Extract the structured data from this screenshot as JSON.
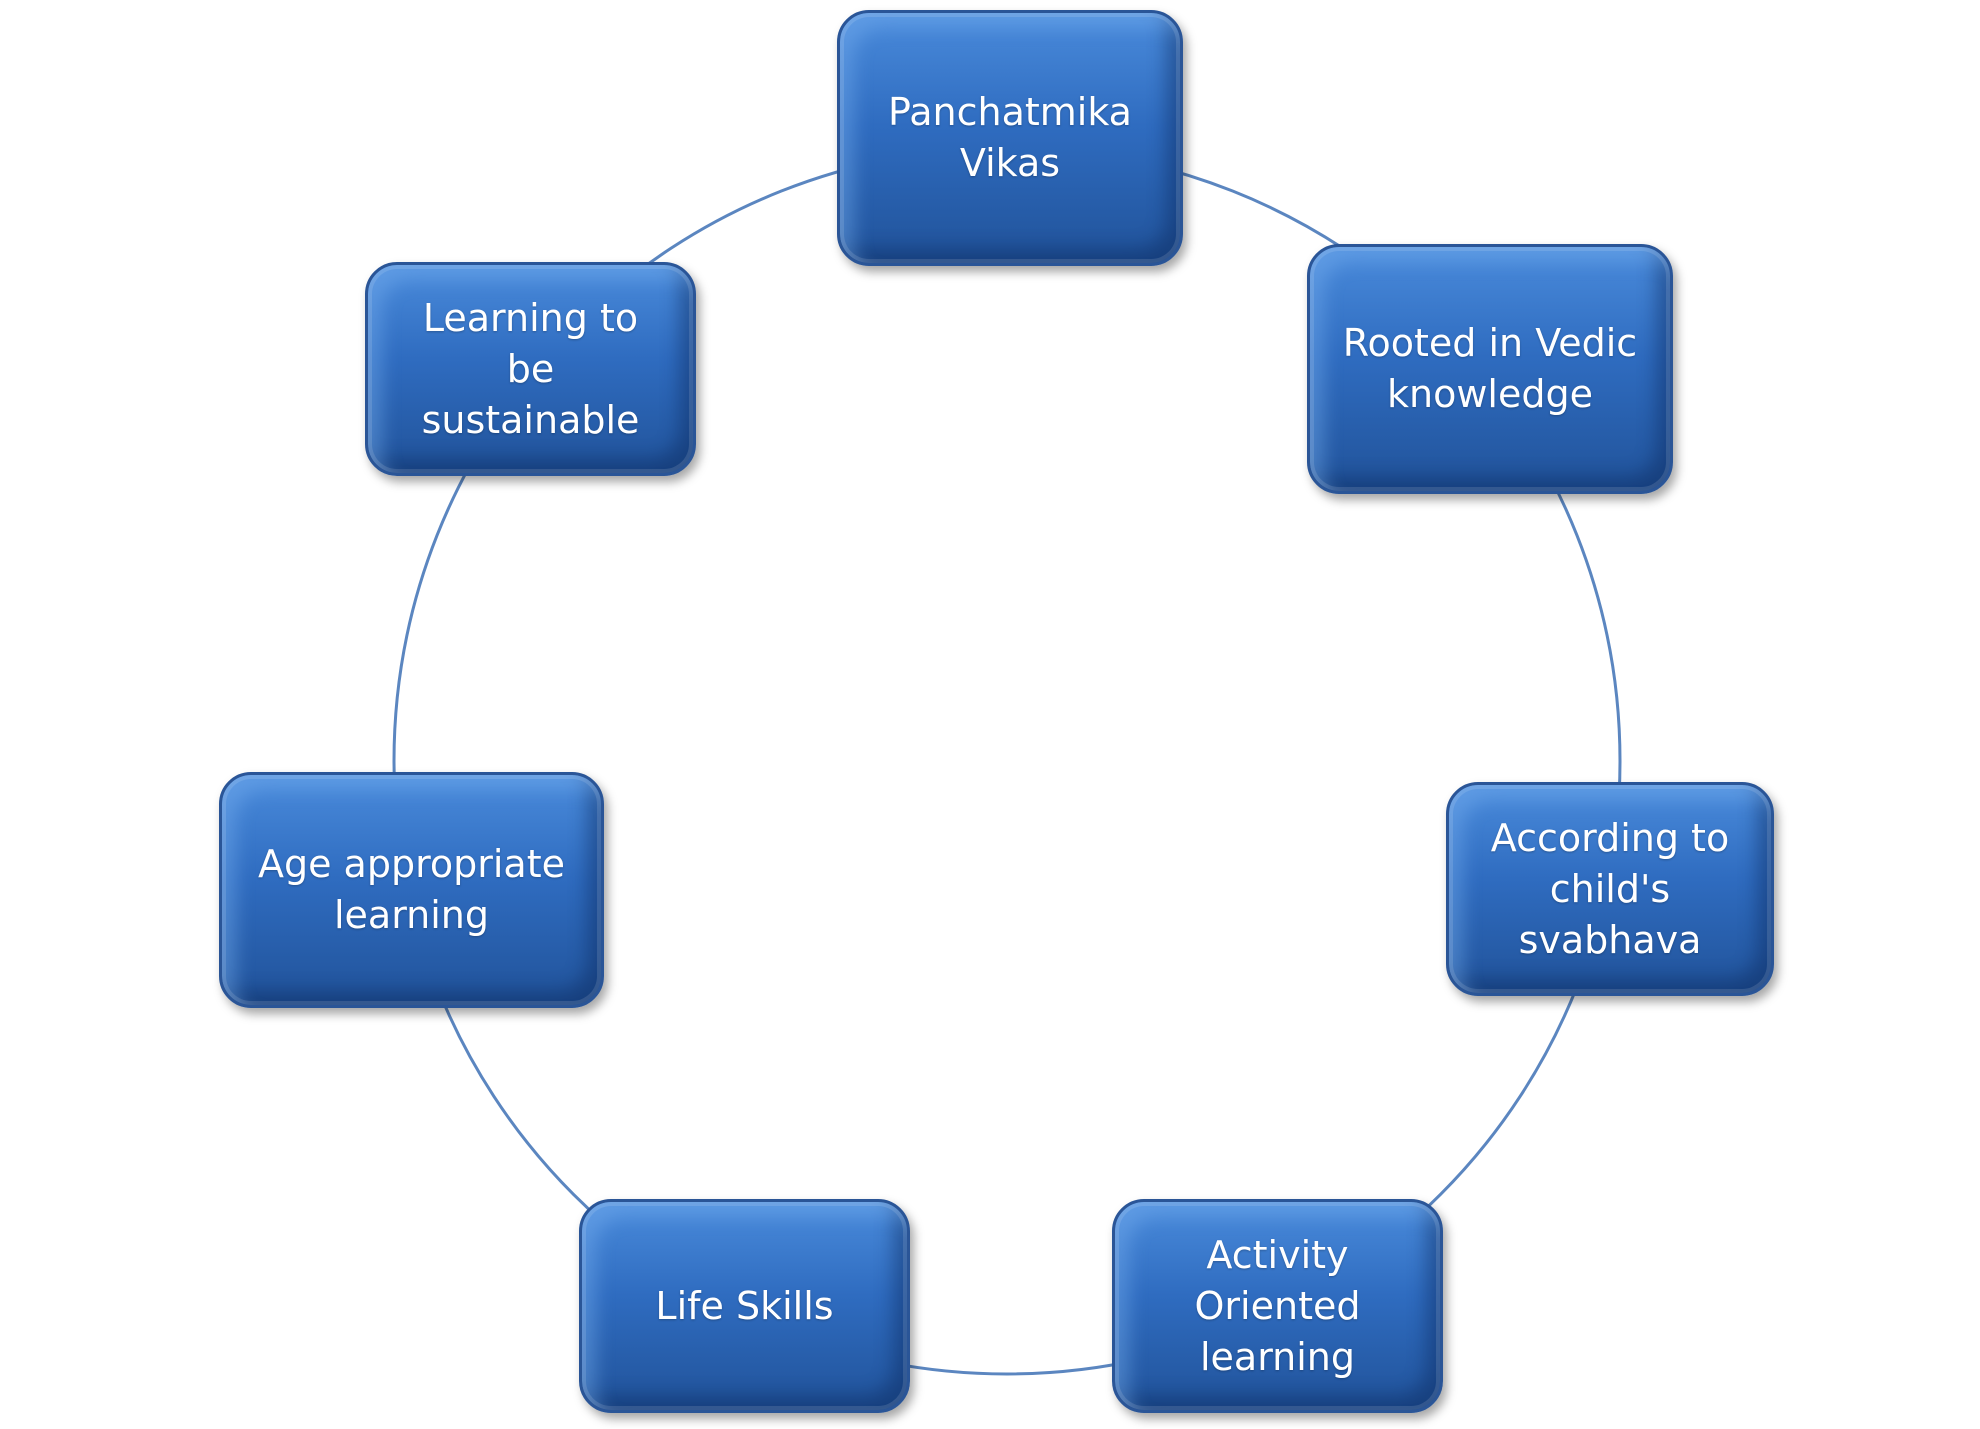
{
  "diagram": {
    "type": "cycle",
    "line_color": "#5b86c0",
    "box_color": "#2f6cc0",
    "nodes": [
      {
        "id": "n1",
        "label": "Panchatmika\nVikas"
      },
      {
        "id": "n2",
        "label": "Rooted in Vedic\nknowledge"
      },
      {
        "id": "n3",
        "label": "According to\nchild's\nsvabhava"
      },
      {
        "id": "n4",
        "label": "Activity\nOriented\nlearning"
      },
      {
        "id": "n5",
        "label": "Life Skills"
      },
      {
        "id": "n6",
        "label": "Age appropriate\nlearning"
      },
      {
        "id": "n7",
        "label": "Learning to be\nsustainable"
      }
    ]
  }
}
